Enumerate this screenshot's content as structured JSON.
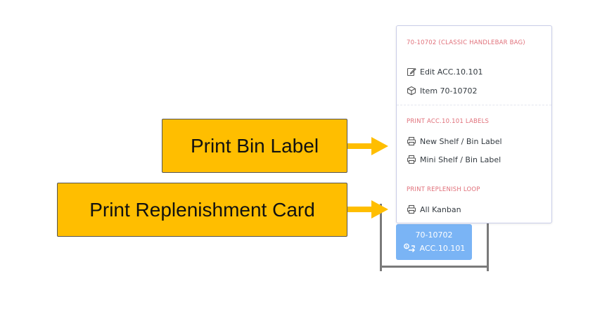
{
  "menu": {
    "section_item": {
      "header": "70-10702 (CLASSIC HANDLEBAR BAG)",
      "items": [
        {
          "label": "Edit ACC.10.101",
          "icon": "edit-icon"
        },
        {
          "label": "Item 70-10702",
          "icon": "cube-icon"
        }
      ]
    },
    "section_labels": {
      "header": "PRINT ACC.10.101 LABELS",
      "items": [
        {
          "label": "New Shelf / Bin Label",
          "icon": "printer-icon"
        },
        {
          "label": "Mini Shelf / Bin Label",
          "icon": "printer-icon"
        }
      ]
    },
    "section_loop": {
      "header": "PRINT REPLENISH LOOP",
      "items": [
        {
          "label": "All Kanban",
          "icon": "printer-icon"
        }
      ]
    }
  },
  "bin_card": {
    "item_number": "70-10702",
    "location": "ACC.10.101",
    "icon": "replenish-icon"
  },
  "callouts": {
    "bin_label": "Print Bin Label",
    "replenishment_card": "Print Replenishment Card"
  },
  "colors": {
    "callout_fill": "#ffbe00",
    "arrow_fill": "#ffbe00",
    "menu_header": "#e0707a",
    "bin_card": "#7ab4f5"
  }
}
